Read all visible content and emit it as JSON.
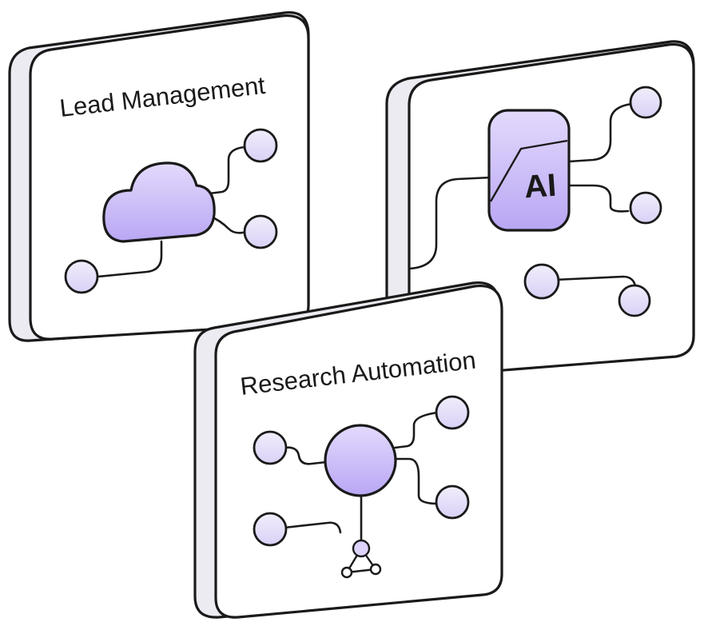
{
  "colors": {
    "outline": "#1a1a1a",
    "face": "#ffffff",
    "side": "#ecebf1",
    "accent_fill": "#c9b9f7",
    "accent_fill_light": "#ddd3fb",
    "node_fill": "#e6e1f8"
  },
  "cards": {
    "lead": {
      "title": "Lead Management",
      "icon": "cloud-icon"
    },
    "ai": {
      "chip_label": "AI",
      "icon": "ai-chip-icon"
    },
    "research": {
      "title": "Research Automation",
      "icon": "hub-icon"
    }
  }
}
